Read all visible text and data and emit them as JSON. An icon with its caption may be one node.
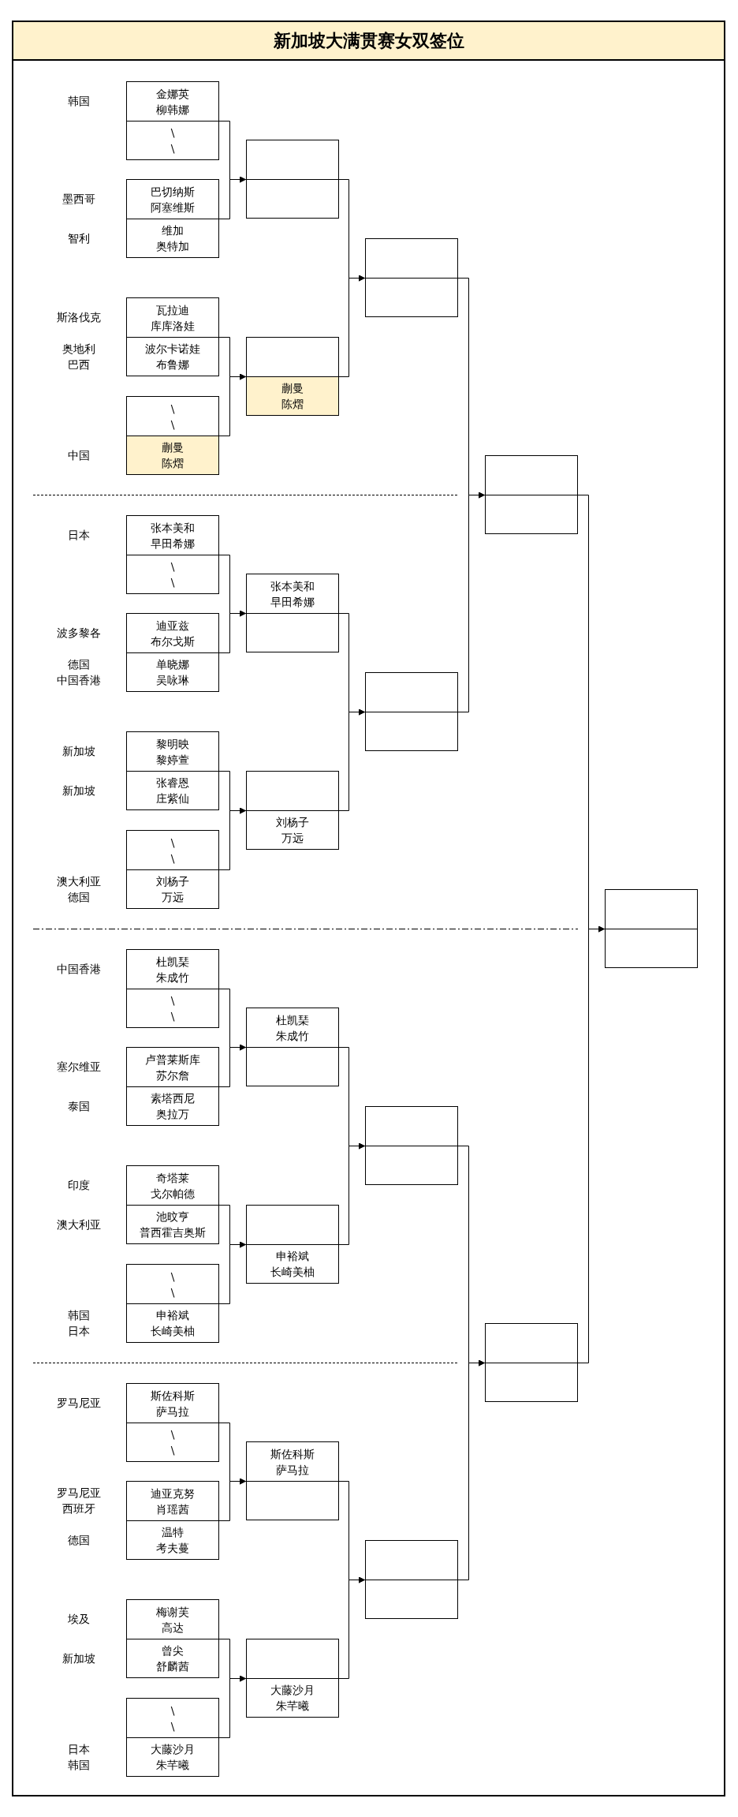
{
  "diagram": {
    "title": "新加坡大满贯赛女双签位",
    "nodes": [
      {
        "text": [],
        "shape": "box"
      },
      {
        "text": [
          "金娜英",
          "柳韩娜"
        ],
        "in": 0,
        "beside": [
          "韩国"
        ]
      },
      {
        "text": [
          "\\",
          "\\"
        ],
        "in": 0
      },
      {
        "text": [],
        "shape": "box"
      },
      {
        "text": [
          "巴切纳斯",
          "阿塞维斯"
        ],
        "in": 3,
        "beside": [
          "墨西哥"
        ]
      },
      {
        "text": [
          "维加",
          "奥特加"
        ],
        "in": 3,
        "beside": [
          "智利"
        ]
      },
      {
        "text": [],
        "shape": "box"
      },
      {
        "text": [
          "瓦拉迪",
          "库库洛娃"
        ],
        "in": 6,
        "beside": [
          "斯洛伐克"
        ]
      },
      {
        "text": [
          "波尔卡诺娃",
          "布鲁娜"
        ],
        "in": 6,
        "beside": [
          "奥地利",
          "巴西"
        ]
      },
      {
        "text": [],
        "shape": "box"
      },
      {
        "text": [
          "\\",
          "\\"
        ],
        "in": 9
      },
      {
        "text": [
          "蒯曼",
          "陈熠"
        ],
        "in": 9,
        "beside": [
          "中国"
        ]
      },
      {
        "text": [],
        "shape": "box"
      },
      {
        "text": [
          "张本美和",
          "早田希娜"
        ],
        "in": 12,
        "beside": [
          "日本"
        ]
      },
      {
        "text": [
          "\\",
          "\\"
        ],
        "in": 12
      },
      {
        "text": [],
        "shape": "box"
      },
      {
        "text": [
          "迪亚兹",
          "布尔戈斯"
        ],
        "in": 15,
        "beside": [
          "波多黎各"
        ]
      },
      {
        "text": [
          "单晓娜",
          "吴咏琳"
        ],
        "in": 15,
        "beside": [
          "德国",
          "中国香港"
        ]
      },
      {
        "text": [],
        "shape": "box"
      },
      {
        "text": [
          "黎明映",
          "黎婷萱"
        ],
        "in": 18,
        "beside": [
          "新加坡"
        ]
      },
      {
        "text": [
          "张睿恩",
          "庄紫仙"
        ],
        "in": 18,
        "beside": [
          "新加坡"
        ]
      },
      {
        "text": [],
        "shape": "box"
      },
      {
        "text": [
          "\\",
          "\\"
        ],
        "in": 21
      },
      {
        "text": [
          "刘杨子",
          "万远"
        ],
        "in": 21,
        "beside": [
          "澳大利亚",
          "德国"
        ]
      },
      {
        "text": [],
        "shape": "box"
      },
      {
        "text": [
          "杜凯琹",
          "朱成竹"
        ],
        "in": 24,
        "beside": [
          "中国香港"
        ]
      },
      {
        "text": [
          "\\",
          "\\"
        ],
        "in": 24
      },
      {
        "text": [],
        "shape": "box"
      },
      {
        "text": [
          "卢普莱斯库",
          "苏尔詹"
        ],
        "in": 27,
        "beside": [
          "塞尔维亚"
        ]
      },
      {
        "text": [
          "素塔西尼",
          "奥拉万"
        ],
        "in": 27,
        "beside": [
          "泰国"
        ]
      },
      {
        "text": [],
        "shape": "box"
      },
      {
        "text": [
          "奇塔莱",
          "戈尔帕德"
        ],
        "in": 30,
        "beside": [
          "印度"
        ]
      },
      {
        "text": [
          "池旼亨",
          "普西霍吉奥斯"
        ],
        "in": 30,
        "beside": [
          "澳大利亚"
        ]
      },
      {
        "text": [],
        "shape": "box"
      },
      {
        "text": [
          "\\",
          "\\"
        ],
        "in": 33
      },
      {
        "text": [
          "申裕斌",
          "长崎美柚"
        ],
        "in": 33,
        "beside": [
          "韩国",
          "日本"
        ]
      },
      {
        "text": [],
        "shape": "box"
      },
      {
        "text": [
          "斯佐科斯",
          "萨马拉"
        ],
        "in": 36,
        "beside": [
          "罗马尼亚"
        ]
      },
      {
        "text": [
          "\\",
          "\\"
        ],
        "in": 36
      },
      {
        "text": [],
        "shape": "box"
      },
      {
        "text": [
          "迪亚克努",
          "肖瑶茜"
        ],
        "in": 39,
        "beside": [
          "罗马尼亚",
          "西班牙"
        ]
      },
      {
        "text": [
          "温特",
          "考夫蔓"
        ],
        "in": 39,
        "beside": [
          "德国"
        ]
      },
      {
        "text": [],
        "shape": "box"
      },
      {
        "text": [
          "梅谢芙",
          "高达"
        ],
        "in": 42,
        "beside": [
          "埃及"
        ]
      },
      {
        "text": [
          "曾尖",
          "舒麟茜"
        ],
        "in": 42,
        "beside": [
          "新加坡"
        ]
      },
      {
        "text": [],
        "shape": "box"
      },
      {
        "text": [
          "\\",
          "\\"
        ],
        "in": 45
      },
      {
        "text": [
          "大藤沙月",
          "朱芊曦"
        ],
        "in": 45,
        "beside": [
          "日本",
          "韩国"
        ]
      },
      {
        "text": [],
        "shape": "box"
      },
      {
        "text": [],
        "shape": "box"
      },
      {
        "text": [
          "蒯曼",
          "陈熠"
        ],
        "in": 49
      },
      {
        "text": [],
        "shape": "box"
      },
      {
        "text": [
          "张本美和",
          "早田希娜"
        ],
        "in": 51
      },
      {
        "text": [],
        "shape": "box"
      },
      {
        "text": [
          "刘杨子",
          "万远"
        ],
        "in": 53
      },
      {
        "text": [],
        "shape": "box"
      },
      {
        "text": [
          "杜凯琹",
          "朱成竹"
        ],
        "in": 55
      },
      {
        "text": [],
        "shape": "box"
      },
      {
        "text": [
          "申裕斌",
          "长崎美柚"
        ],
        "in": 57
      },
      {
        "text": [],
        "shape": "box"
      },
      {
        "text": [
          "斯佐科斯",
          "萨马拉"
        ],
        "in": 59
      },
      {
        "text": [],
        "shape": "box"
      },
      {
        "text": [
          "大藤沙月",
          "朱芊曦"
        ],
        "in": 61
      },
      {
        "text": [],
        "shape": "box"
      },
      {
        "text": [],
        "shape": "box"
      },
      {
        "text": [],
        "shape": "box"
      },
      {
        "text": [],
        "shape": "box"
      },
      {
        "text": [],
        "shape": "box"
      },
      {
        "text": [],
        "shape": "box"
      },
      {
        "text": [],
        "shape": "box"
      }
    ],
    "edges": [
      {
        "from": 0,
        "to": 48,
        "arrow": "to"
      },
      {
        "from": 3,
        "to": 48,
        "arrow": "to"
      },
      {
        "from": 6,
        "to": 49,
        "arrow": "to"
      },
      {
        "from": 9,
        "to": 49,
        "arrow": "to"
      },
      {
        "from": 12,
        "to": 51,
        "arrow": "to"
      },
      {
        "from": 15,
        "to": 51,
        "arrow": "to"
      },
      {
        "from": 18,
        "to": 53,
        "arrow": "to"
      },
      {
        "from": 21,
        "to": 53,
        "arrow": "to"
      },
      {
        "from": 24,
        "to": 55,
        "arrow": "to"
      },
      {
        "from": 27,
        "to": 55,
        "arrow": "to"
      },
      {
        "from": 30,
        "to": 57,
        "arrow": "to"
      },
      {
        "from": 33,
        "to": 57,
        "arrow": "to"
      },
      {
        "from": 36,
        "to": 59,
        "arrow": "to"
      },
      {
        "from": 39,
        "to": 59,
        "arrow": "to"
      },
      {
        "from": 42,
        "to": 61,
        "arrow": "to"
      },
      {
        "from": 45,
        "to": 61,
        "arrow": "to"
      },
      {
        "from": 48,
        "to": 63,
        "arrow": "to"
      },
      {
        "from": 49,
        "to": 63,
        "arrow": "to"
      },
      {
        "from": 51,
        "to": 64,
        "arrow": "to"
      },
      {
        "from": 53,
        "to": 64,
        "arrow": "to"
      },
      {
        "from": 55,
        "to": 65,
        "arrow": "to"
      },
      {
        "from": 57,
        "to": 65,
        "arrow": "to"
      },
      {
        "from": 59,
        "to": 66,
        "arrow": "to"
      },
      {
        "from": 61,
        "to": 66,
        "arrow": "to"
      },
      {
        "from": 63,
        "to": 67,
        "arrow": "to"
      },
      {
        "from": 64,
        "to": 67,
        "arrow": "to"
      },
      {
        "from": 65,
        "to": 68,
        "arrow": "to"
      },
      {
        "from": 66,
        "to": 68,
        "arrow": "to"
      },
      {
        "from": 67,
        "to": 69,
        "arrow": "to"
      },
      {
        "from": 68,
        "to": 69,
        "arrow": "to"
      }
    ]
  }
}
